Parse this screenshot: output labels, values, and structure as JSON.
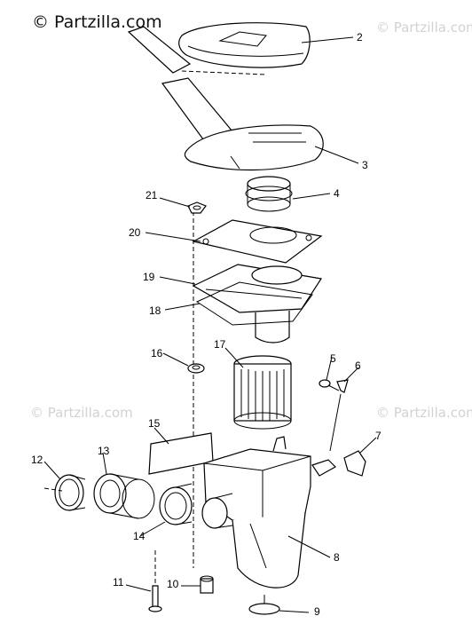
{
  "watermark": {
    "main": "© Partzilla.com",
    "faint": "© Partzilla.com"
  },
  "callouts": [
    "2",
    "3",
    "4",
    "21",
    "20",
    "19",
    "18",
    "17",
    "16",
    "5",
    "6",
    "15",
    "7",
    "12",
    "13",
    "14",
    "8",
    "11",
    "10",
    "9"
  ],
  "colors": {
    "ink": "#000000",
    "watermark_faint": "#d2d2d2"
  }
}
